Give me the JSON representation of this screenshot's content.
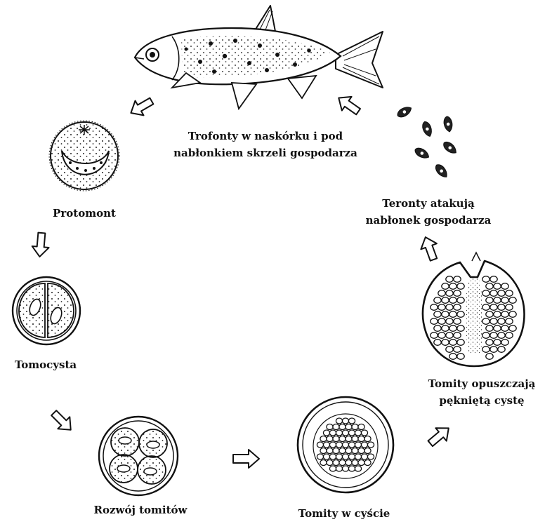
{
  "diagram": {
    "stages": {
      "trofonty": {
        "line1": "Trofonty w naskórku i pod",
        "line2": "nabłonkiem skrzeli gospodarza"
      },
      "protomont": {
        "label": "Protomont"
      },
      "tomocysta": {
        "label": "Tomocysta"
      },
      "rozwoj": {
        "label": "Rozwój tomitów"
      },
      "tomity_cyscie": {
        "label": "Tomity w cyście"
      },
      "tomity_opuszczaja": {
        "line1": "Tomity opuszczają",
        "line2": "pękniętą cystę"
      },
      "teronty": {
        "line1": "Teronty atakują",
        "line2": "nabłonek gospodarza"
      }
    }
  }
}
